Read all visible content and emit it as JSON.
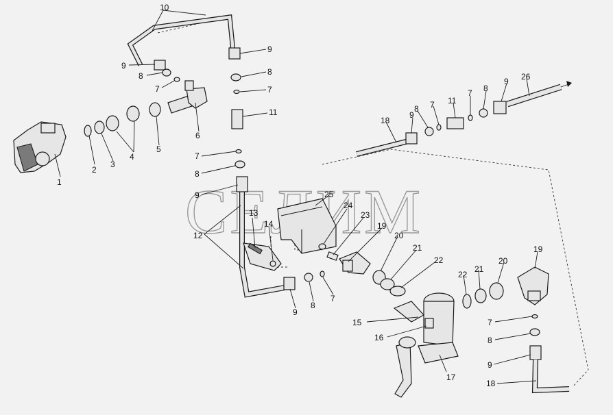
{
  "watermark": "СЕЛИМ",
  "callouts": {
    "c1": "1",
    "c2": "2",
    "c3": "3",
    "c4": "4",
    "c5": "5",
    "c6": "6",
    "c7a": "7",
    "c7b": "7",
    "c7c": "7",
    "c7d": "7",
    "c7e": "7",
    "c7f": "7",
    "c8a": "8",
    "c8b": "8",
    "c8c": "8",
    "c8d": "8",
    "c8e": "8",
    "c8f": "8",
    "c8g": "8",
    "c9a": "9",
    "c9b": "9",
    "c9c": "9",
    "c9d": "9",
    "c9e": "9",
    "c9f": "9",
    "c9g": "9",
    "c10": "10",
    "c11a": "11",
    "c11b": "11",
    "c12": "12",
    "c13": "13",
    "c14": "14",
    "c15": "15",
    "c16": "16",
    "c17": "17",
    "c18a": "18",
    "c18b": "18",
    "c19a": "19",
    "c19b": "19",
    "c20a": "20",
    "c20b": "20",
    "c21a": "21",
    "c21b": "21",
    "c22a": "22",
    "c22b": "22",
    "c23": "23",
    "c24": "24",
    "c25": "25",
    "c26": "26"
  }
}
